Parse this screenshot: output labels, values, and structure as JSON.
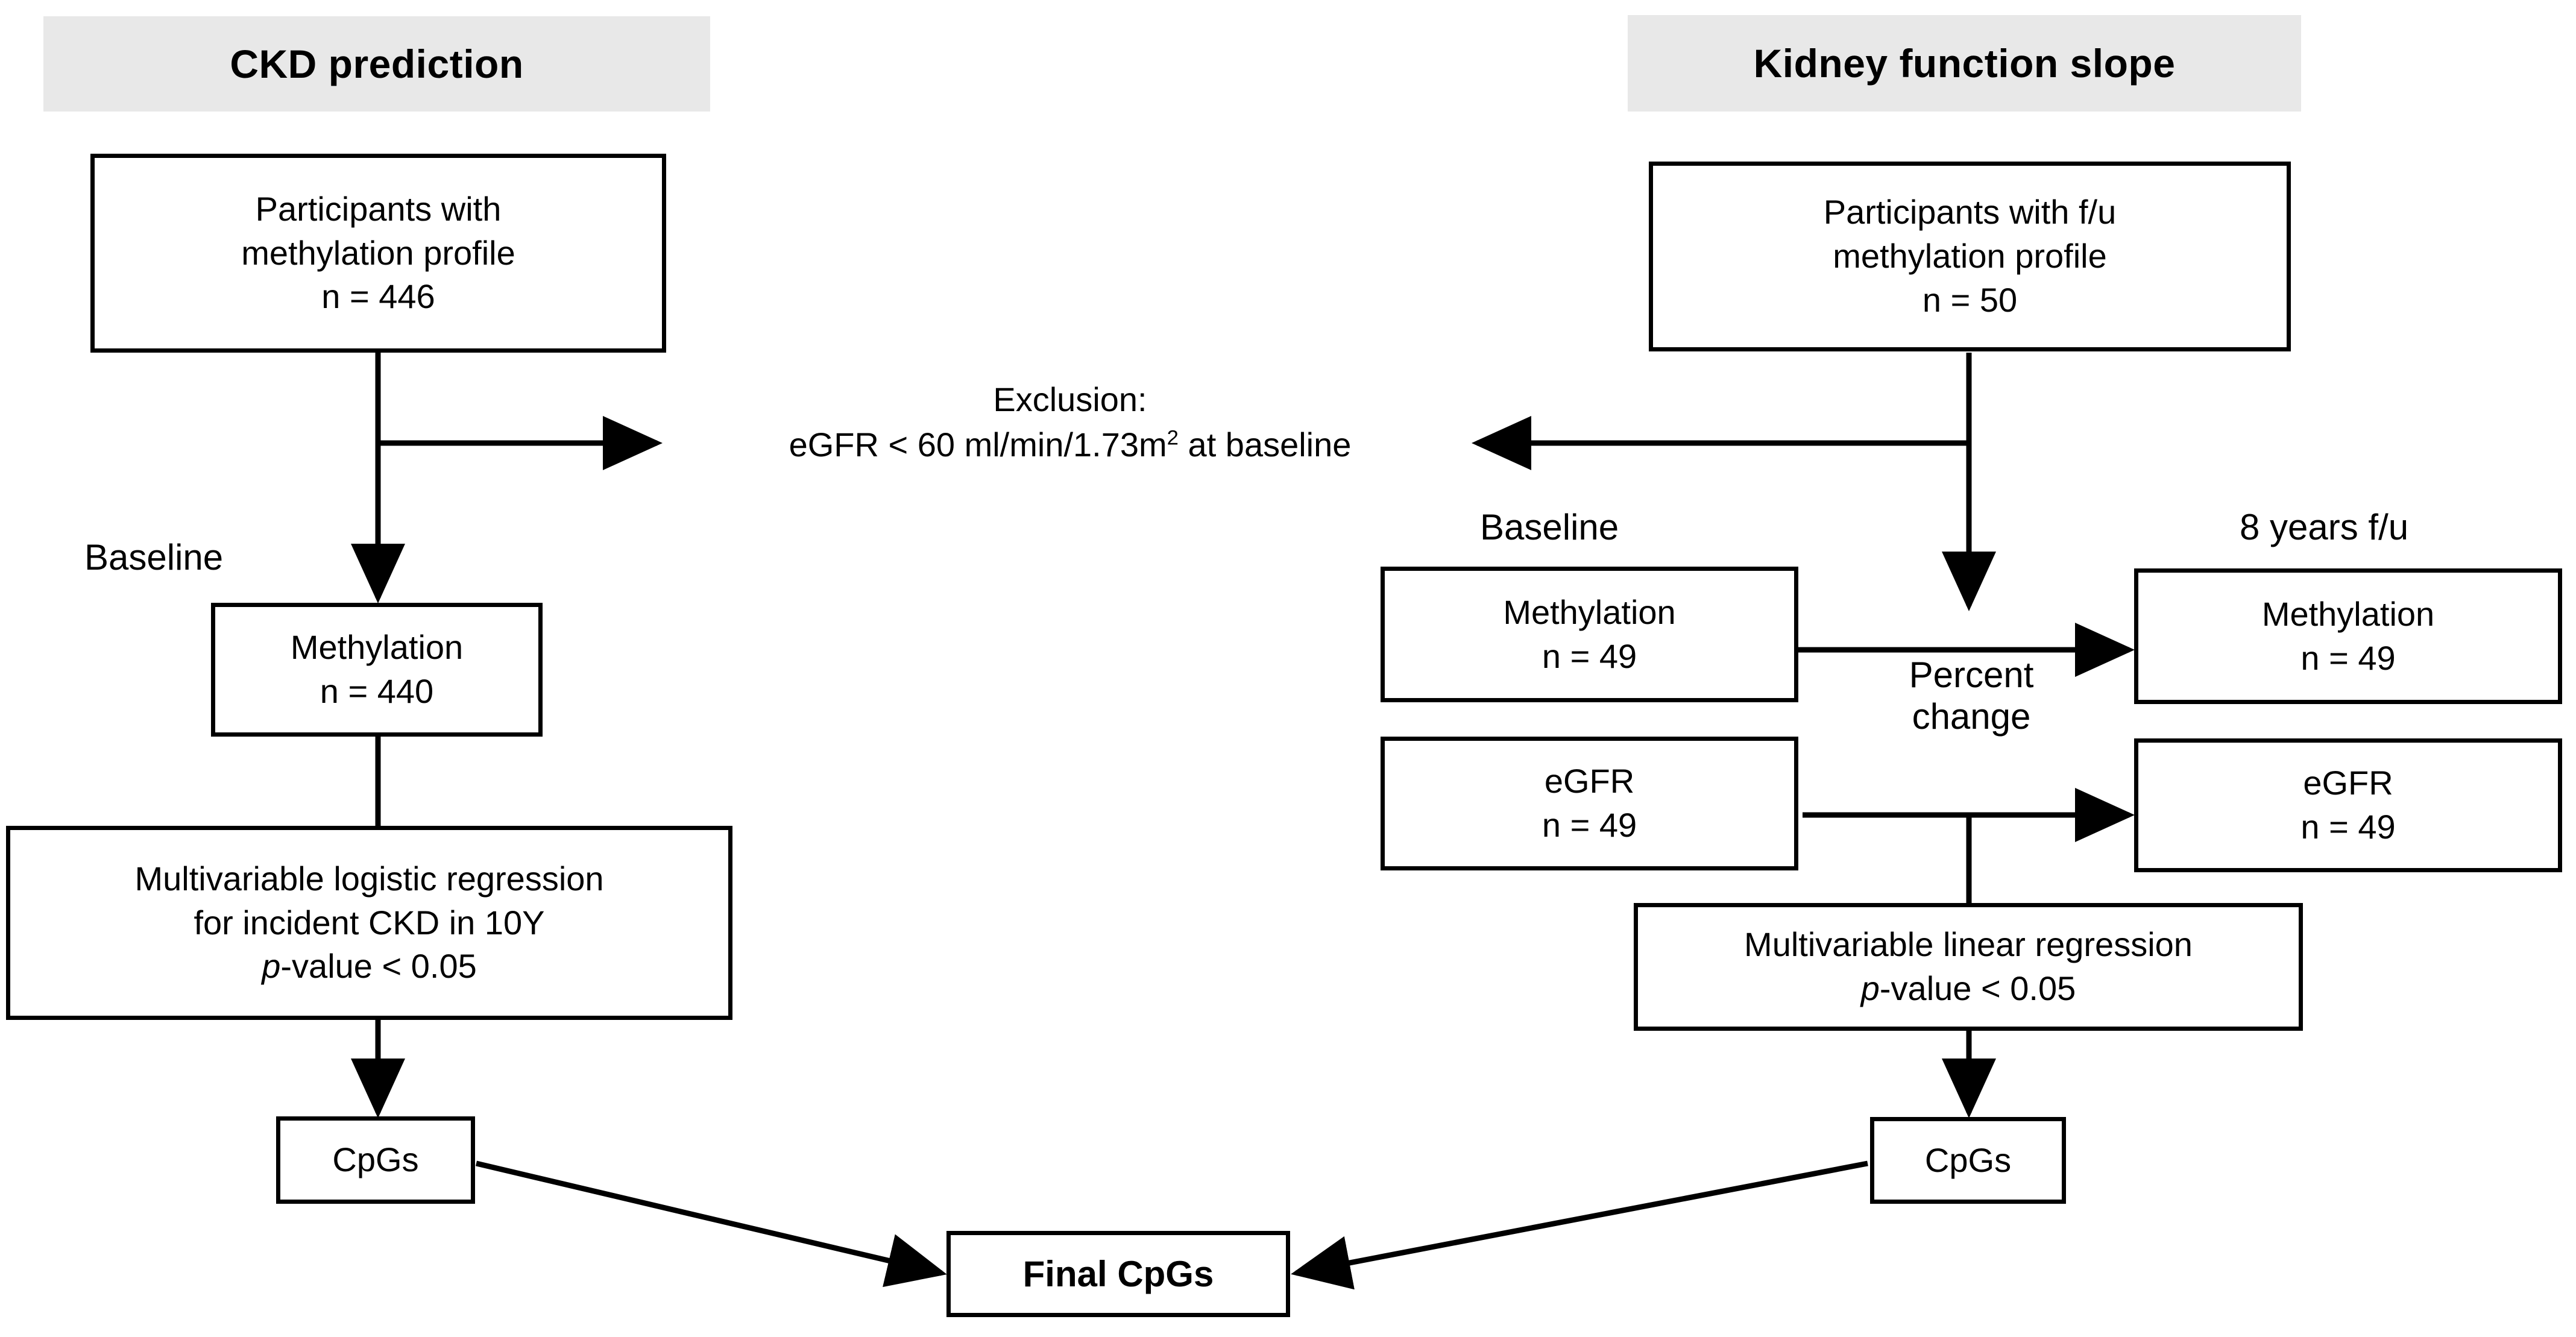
{
  "figure": {
    "type": "flowchart",
    "title": "Study design flowchart: CKD prediction and kidney function slope"
  },
  "columns": [
    {
      "id": "ckd-prediction",
      "header": "CKD prediction"
    },
    {
      "id": "kidney-function-slope",
      "header": "Kidney function slope"
    }
  ],
  "left": {
    "participants": {
      "line1": "Participants with",
      "line2": "methylation profile",
      "line3": "n = 446"
    },
    "stage_label": "Baseline",
    "methylation": {
      "line1": "Methylation",
      "line2": "n = 440"
    },
    "regression": {
      "line1": "Multivariable logistic regression",
      "line2": "for incident CKD in 10Y",
      "line3_prefix": "p",
      "line3_rest": "-value < 0.05"
    },
    "cpgs": "CpGs"
  },
  "exclusion": {
    "line1": "Exclusion:",
    "line2_a": "eGFR < 60 ml/min/1.73m",
    "line2_sup": "2",
    "line2_b": " at baseline"
  },
  "right": {
    "participants": {
      "line1": "Participants with f/u",
      "line2": "methylation profile",
      "line3": "n = 50"
    },
    "stage_label_baseline": "Baseline",
    "stage_label_followup": "8 years f/u",
    "baseline_methylation": {
      "line1": "Methylation",
      "line2": "n = 49"
    },
    "followup_methylation": {
      "line1": "Methylation",
      "line2": "n = 49"
    },
    "baseline_egfr": {
      "line1": "eGFR",
      "line2": "n = 49"
    },
    "followup_egfr": {
      "line1": "eGFR",
      "line2": "n = 49"
    },
    "percent_change": {
      "line1": "Percent",
      "line2": "change"
    },
    "regression": {
      "line1": "Multivariable linear regression",
      "line2_prefix": "p",
      "line2_rest": "-value < 0.05"
    },
    "cpgs": "CpGs"
  },
  "final": {
    "label": "Final CpGs"
  },
  "colors": {
    "header_background": "#e8e8e8",
    "stroke": "#000000",
    "node_fill": "#ffffff",
    "page_background": "#ffffff"
  }
}
